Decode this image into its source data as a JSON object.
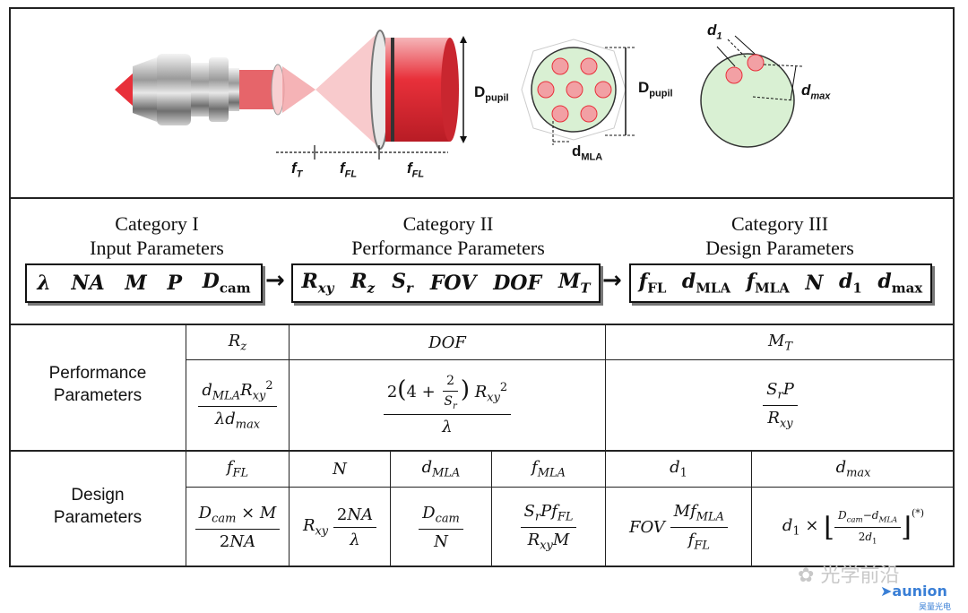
{
  "figure": {
    "labels": {
      "d_pupil": "D",
      "d_pupil_sub": "pupil",
      "d_pupil2": "D",
      "d_pupil2_sub": "pupil",
      "d_mla": "d",
      "d_mla_sub": "MLA",
      "d1": "d",
      "d1_sub": "1",
      "dmax": "d",
      "dmax_sub": "max",
      "ft": "f",
      "ft_sub": "T",
      "ffl1": "f",
      "ffl1_sub": "FL",
      "ffl2": "f",
      "ffl2_sub": "FL"
    },
    "colors": {
      "red": "#e8303a",
      "pink": "#f2a0a4",
      "green": "#d9f0d3",
      "lens_red": "#e24a50"
    }
  },
  "categories": [
    {
      "title": "Category I",
      "subtitle": "Input Parameters"
    },
    {
      "title": "Category II",
      "subtitle": "Performance Parameters"
    },
    {
      "title": "Category III",
      "subtitle": "Design Parameters"
    }
  ],
  "param_boxes": {
    "input": [
      "λ",
      "NA",
      "M",
      "P",
      "D"
    ],
    "input_last_sub": "cam",
    "performance": [
      "R",
      "R",
      "S",
      "FOV",
      "DOF",
      "M"
    ],
    "performance_subs": [
      "xy",
      "z",
      "r",
      "",
      "",
      "T"
    ],
    "design": [
      "f",
      "d",
      "f",
      "N",
      "d",
      "d"
    ],
    "design_subs": [
      "FL",
      "MLA",
      "MLA",
      "",
      "1",
      "max"
    ]
  },
  "table": {
    "performance_label_1": "Performance",
    "performance_label_2": "Parameters",
    "design_label_1": "Design",
    "design_label_2": "Parameters",
    "perf_headers": [
      "R",
      "DOF",
      "M"
    ],
    "perf_header_subs": [
      "z",
      "",
      "T"
    ],
    "design_headers": [
      "f",
      "N",
      "d",
      "f",
      "d",
      "d"
    ],
    "design_header_subs": [
      "FL",
      "",
      "MLA",
      "MLA",
      "1",
      "max"
    ],
    "note": "(*)"
  },
  "watermark": {
    "text": "光学前沿",
    "brand": "aunion",
    "brand_sub": "昊量光电"
  }
}
